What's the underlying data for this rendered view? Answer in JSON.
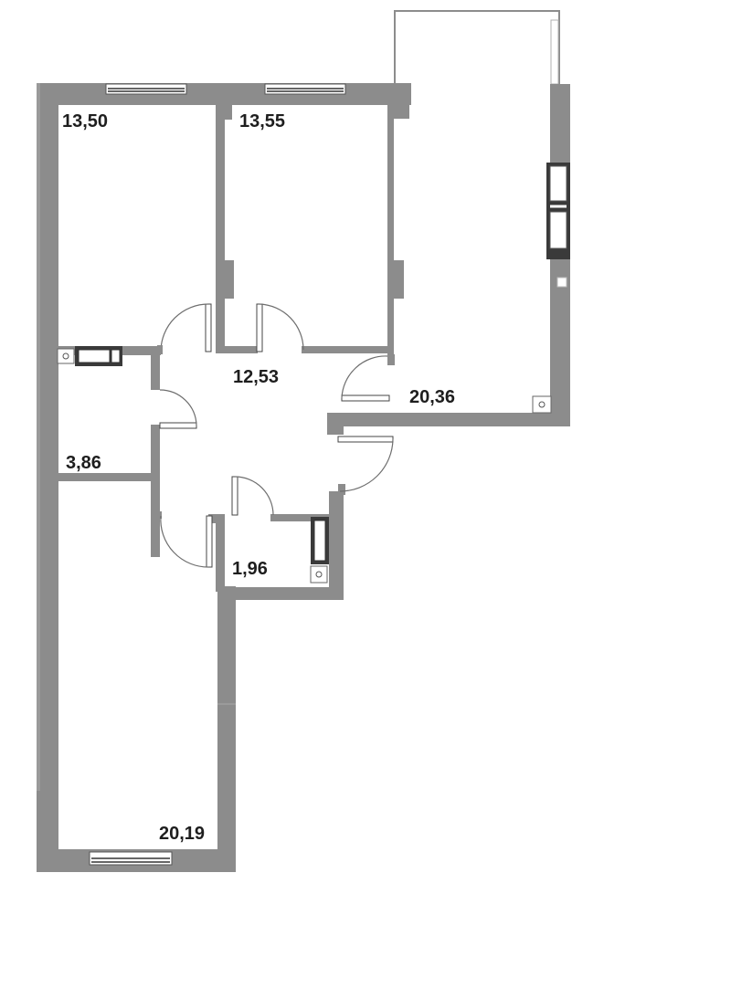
{
  "rooms": [
    {
      "id": "bedroom_top_left",
      "area": "13,50"
    },
    {
      "id": "bedroom_top_middle",
      "area": "13,55"
    },
    {
      "id": "hall",
      "area": "12,53"
    },
    {
      "id": "living_kitchen",
      "area": "20,36"
    },
    {
      "id": "bathroom",
      "area": "3,86"
    },
    {
      "id": "wc",
      "area": "1,96"
    },
    {
      "id": "bedroom_bottom",
      "area": "20,19"
    }
  ],
  "colors": {
    "wall": "#8c8c8c",
    "text": "#1e1e1e",
    "background": "#ffffff"
  }
}
